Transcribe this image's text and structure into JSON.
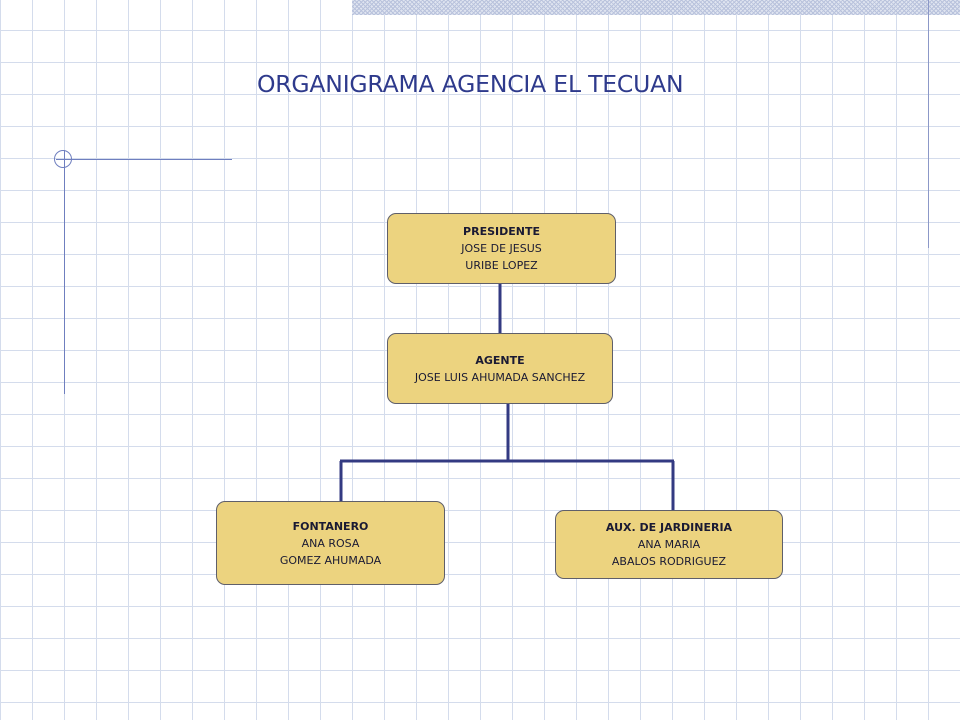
{
  "title": "ORGANIGRAMA AGENCIA EL TECUAN",
  "colors": {
    "node_fill": "#ecd37f",
    "node_border": "#5f5f6a",
    "connector": "#333a82",
    "title": "#2e3a8c"
  },
  "org": {
    "president": {
      "role": "PRESIDENTE",
      "lines": [
        "JOSE DE JESUS",
        "URIBE LOPEZ"
      ]
    },
    "agent": {
      "role": "AGENTE",
      "lines": [
        "JOSE LUIS AHUMADA SANCHEZ"
      ]
    },
    "plumber": {
      "role": "FONTANERO",
      "lines": [
        "ANA ROSA",
        "GOMEZ AHUMADA"
      ]
    },
    "gardener": {
      "role": "AUX. DE JARDINERIA",
      "lines": [
        "ANA MARIA",
        "ABALOS RODRIGUEZ"
      ]
    }
  }
}
